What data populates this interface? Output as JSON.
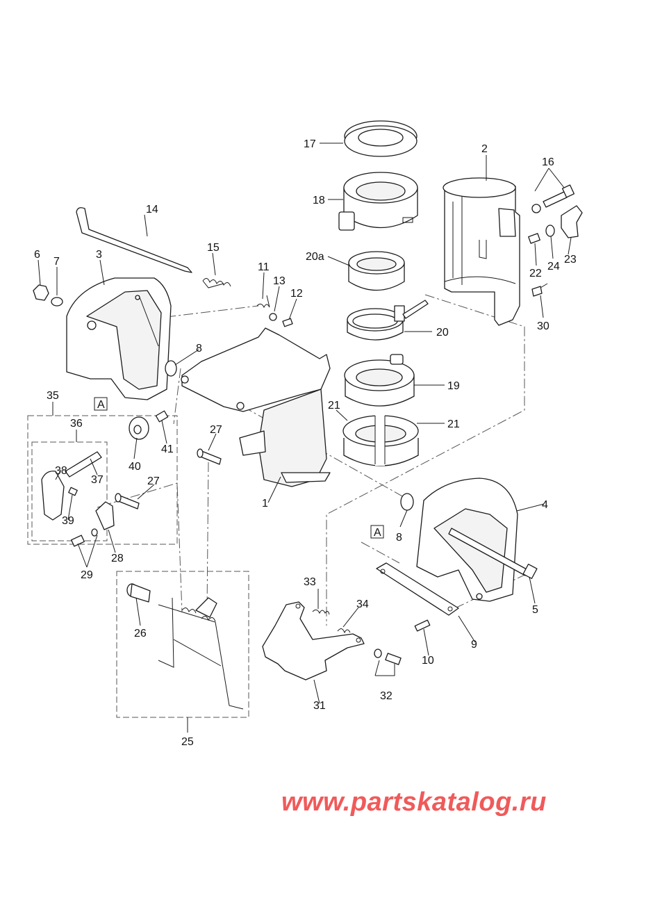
{
  "watermark": "www.partskatalog.ru",
  "reference_marks": [
    "A",
    "A"
  ],
  "callouts": [
    "1",
    "2",
    "3",
    "4",
    "5",
    "6",
    "7",
    "8",
    "8",
    "9",
    "10",
    "11",
    "12",
    "13",
    "14",
    "15",
    "16",
    "17",
    "18",
    "19",
    "20",
    "20a",
    "21",
    "21",
    "22",
    "23",
    "24",
    "25",
    "26",
    "27",
    "27",
    "28",
    "29",
    "30",
    "31",
    "32",
    "33",
    "34",
    "35",
    "36",
    "37",
    "38",
    "39",
    "40",
    "41"
  ]
}
